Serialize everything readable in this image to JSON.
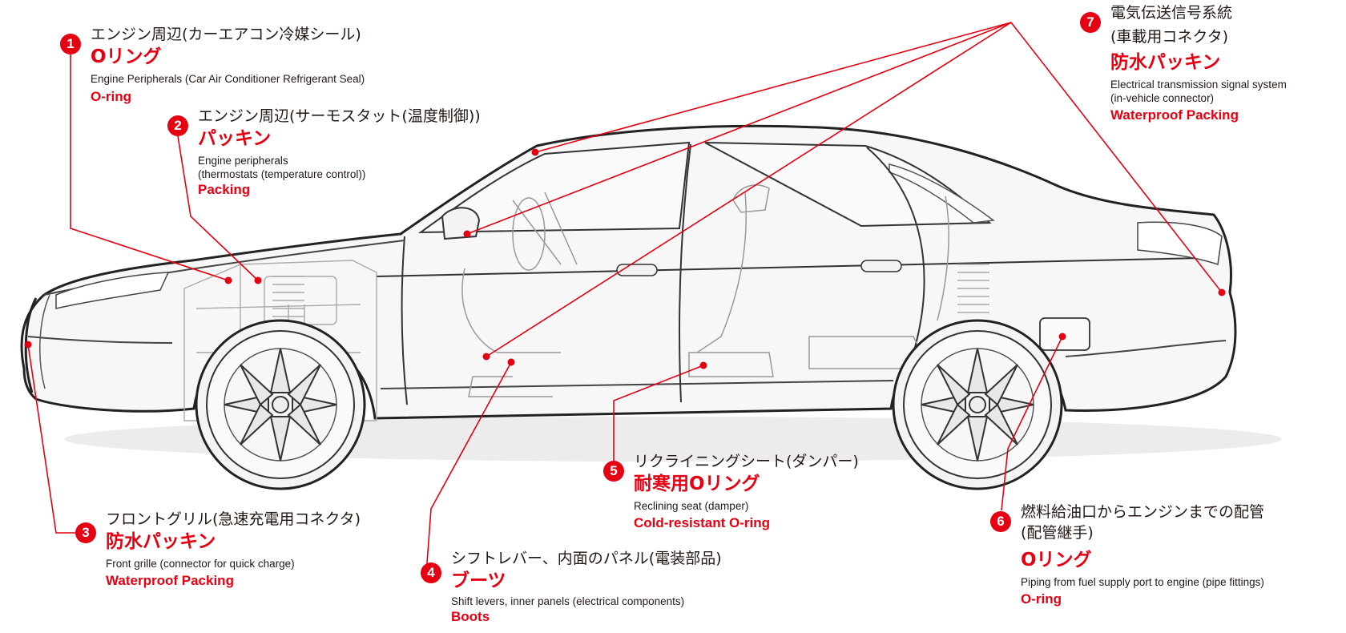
{
  "accent_color": "#e50012",
  "callouts": [
    {
      "number": "1",
      "title_ja": "エンジン周辺(カーエアコン冷媒シール)",
      "part_ja": "Oリング",
      "desc_en": "Engine Peripherals (Car Air Conditioner Refrigerant Seal)",
      "part_en": "O-ring"
    },
    {
      "number": "2",
      "title_ja": "エンジン周辺(サーモスタット(温度制御))",
      "part_ja": "パッキン",
      "desc_en_lines": [
        "Engine peripherals",
        "(thermostats (temperature control))"
      ],
      "part_en": "Packing"
    },
    {
      "number": "3",
      "title_ja": "フロントグリル(急速充電用コネクタ)",
      "part_ja": "防水パッキン",
      "desc_en": "Front grille (connector for quick charge)",
      "part_en": "Waterproof Packing"
    },
    {
      "number": "4",
      "title_ja": "シフトレバー、内面のパネル(電装部品)",
      "part_ja": "ブーツ",
      "desc_en": "Shift levers, inner panels (electrical components)",
      "part_en": "Boots"
    },
    {
      "number": "5",
      "title_ja": "リクライニングシート(ダンパー)",
      "part_ja": "耐寒用Oリング",
      "desc_en": "Reclining seat (damper)",
      "part_en": "Cold-resistant O-ring"
    },
    {
      "number": "6",
      "title_ja_lines": [
        "燃料給油口からエンジンまでの配管",
        "(配管継手)"
      ],
      "part_ja": "Oリング",
      "desc_en": "Piping from fuel supply port to engine (pipe fittings)",
      "part_en": "O-ring"
    },
    {
      "number": "7",
      "title_ja_lines": [
        "電気伝送信号系統",
        "(車載用コネクタ)"
      ],
      "part_ja": "防水パッキン",
      "desc_en_lines": [
        "Electrical transmission signal system",
        "(in-vehicle connector)"
      ],
      "part_en": "Waterproof Packing"
    }
  ]
}
